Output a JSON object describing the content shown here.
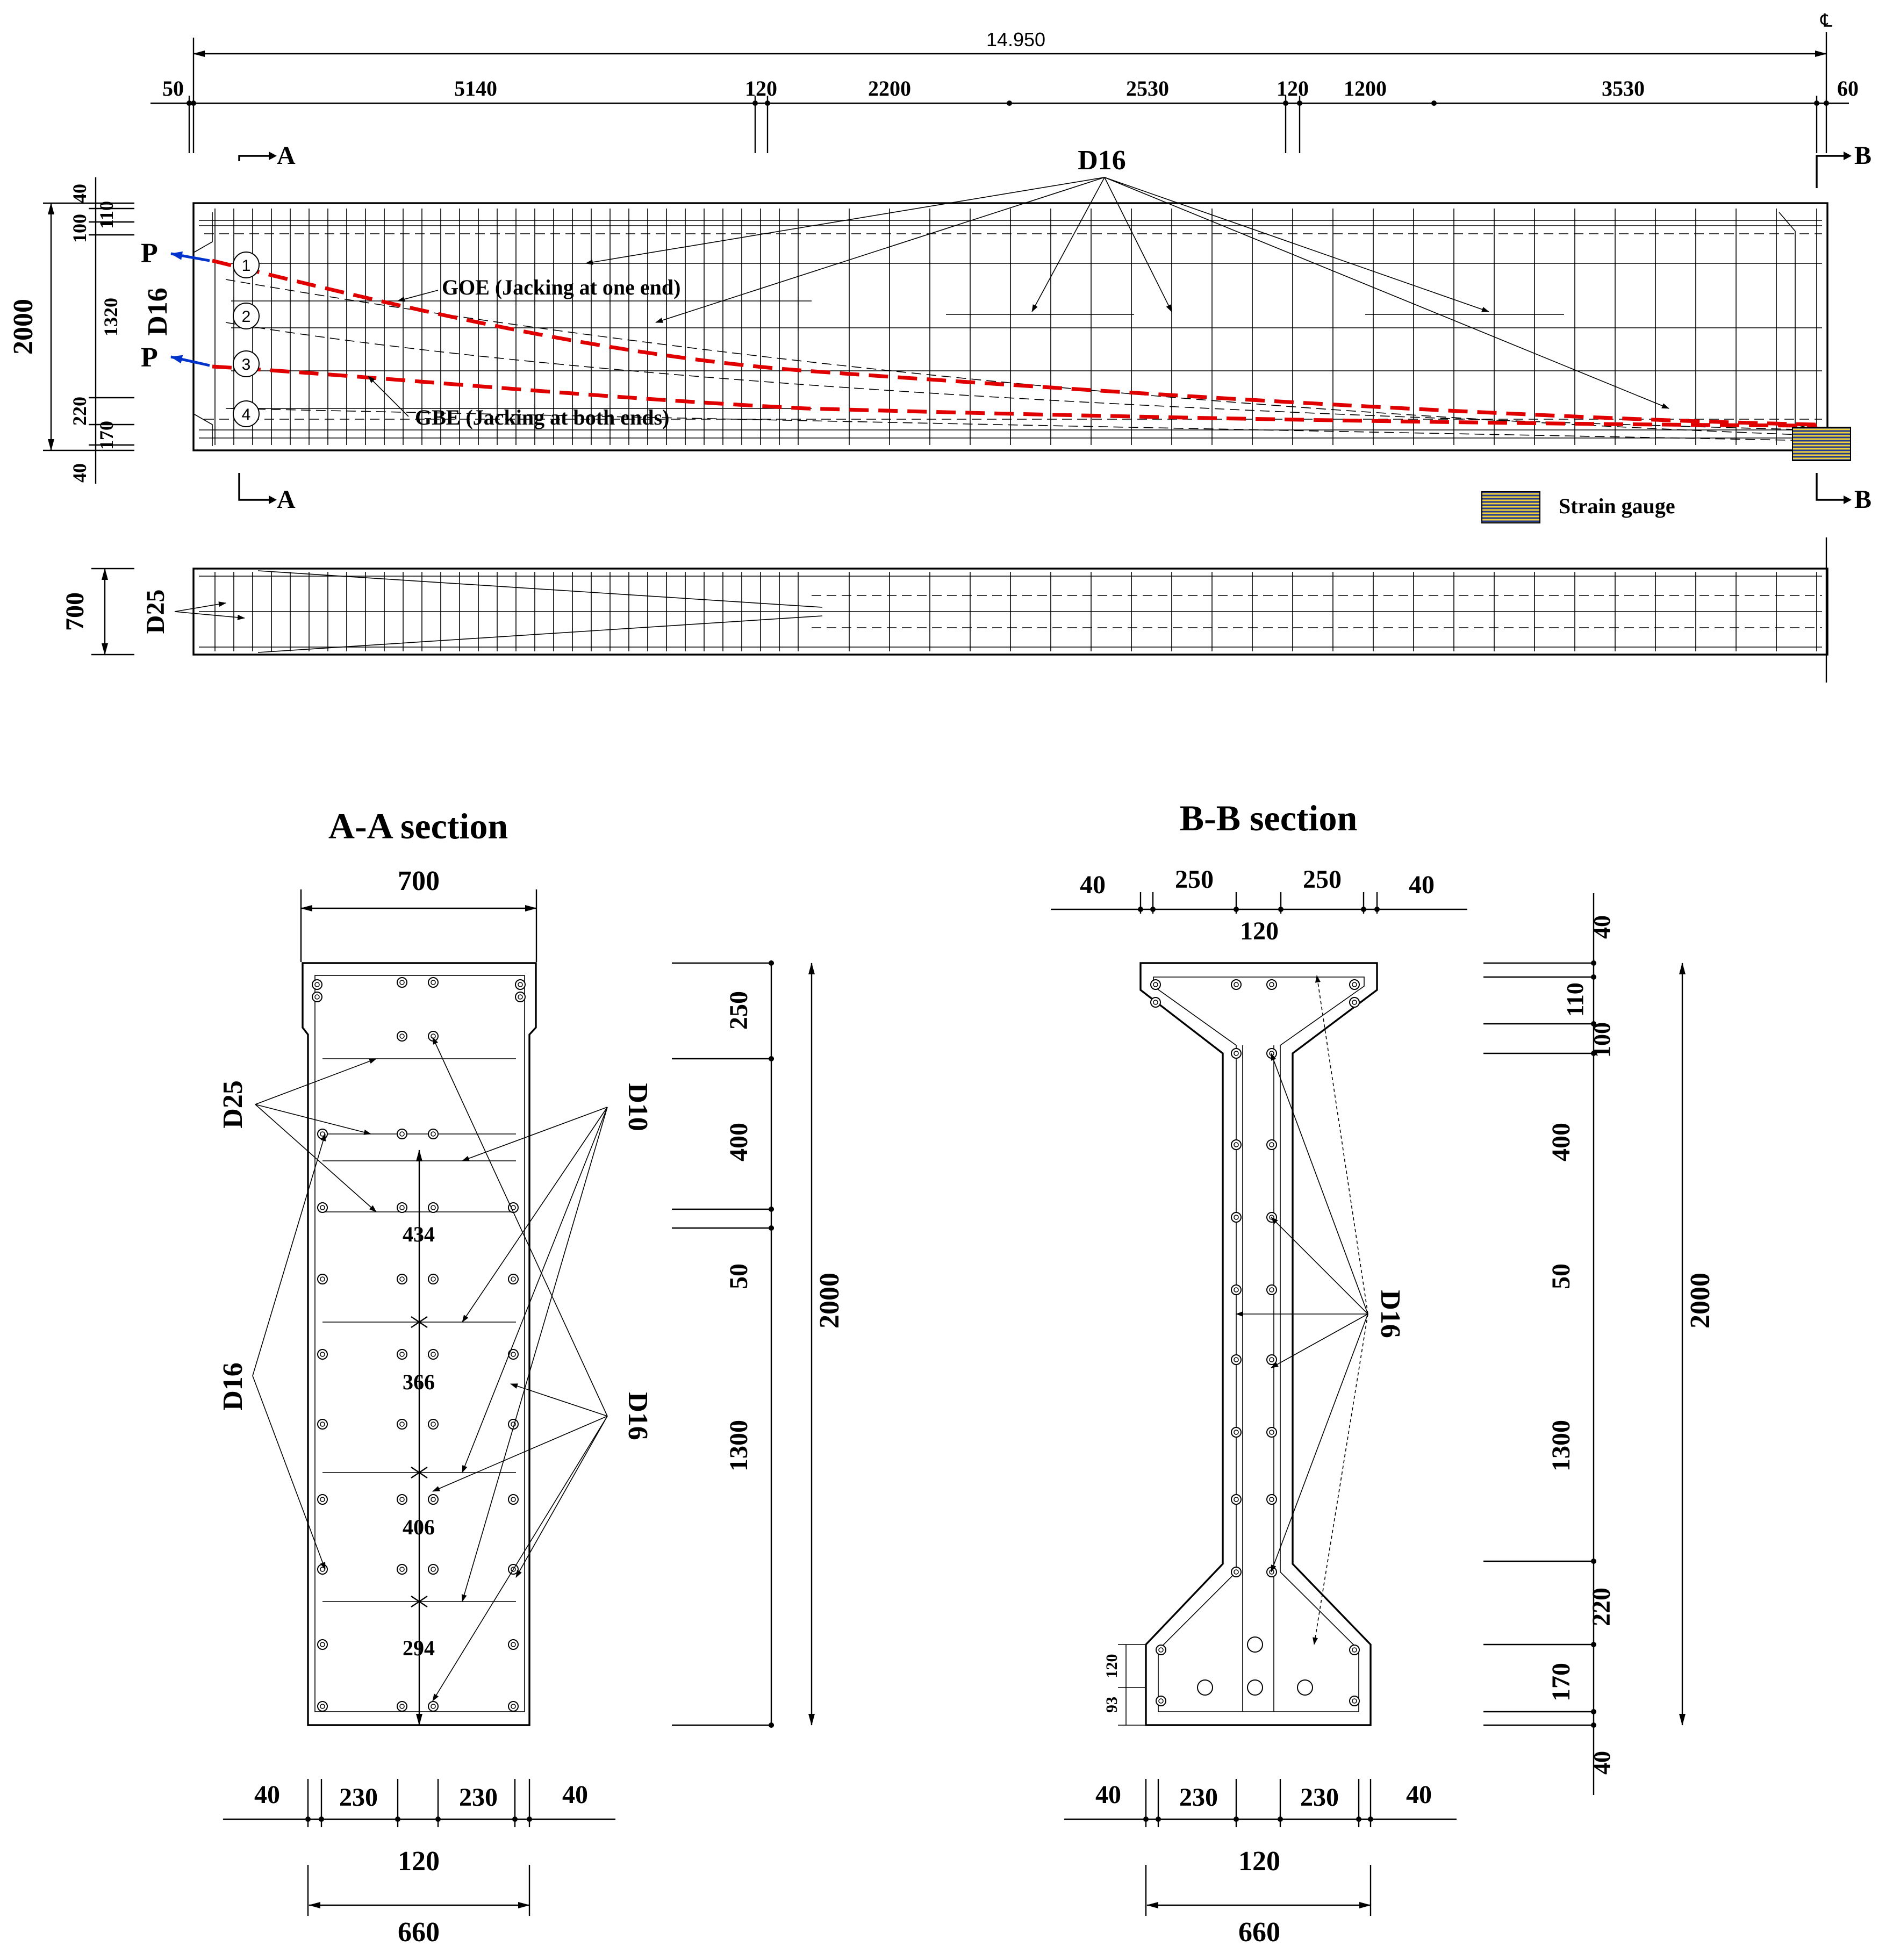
{
  "elevation": {
    "overall_length": "14.950",
    "centerline_mark": "℄",
    "top_dims": [
      "50",
      "5140",
      "120",
      "2200",
      "2530",
      "120",
      "1200",
      "3530",
      "60"
    ],
    "left_dims": [
      "40",
      "110",
      "100",
      "1320",
      "220",
      "170",
      "40"
    ],
    "height_dim": "2000",
    "section_marks": [
      "A",
      "A",
      "B",
      "B"
    ],
    "rebar_label_top": "D16",
    "rebar_label_left": "D16",
    "force_label": "P",
    "tendons": [
      "1",
      "2",
      "3",
      "4"
    ],
    "goe_label": "GOE (Jacking  at one end)",
    "gbe_label": "GBE (Jacking  at both ends)",
    "legend_strain_gauge": "Strain gauge"
  },
  "plan": {
    "width_dim": "700",
    "rebar_label": "D25"
  },
  "section_aa": {
    "title": "A-A section",
    "top_width": "700",
    "bottom_width": "660",
    "bottom_dims": [
      "40",
      "230",
      "230",
      "40"
    ],
    "web_dim": "120",
    "side_dims": [
      "250",
      "400",
      "50",
      "1300"
    ],
    "height_dim": "2000",
    "inner_dims": [
      "434",
      "366",
      "406",
      "294"
    ],
    "labels": [
      "D25",
      "D16",
      "D10",
      "D16"
    ]
  },
  "section_bb": {
    "title": "B-B section",
    "top_dims": [
      "40",
      "250",
      "250",
      "40"
    ],
    "web_dim_top": "120",
    "bottom_dims": [
      "40",
      "230",
      "230",
      "40"
    ],
    "web_dim_bottom": "120",
    "bottom_width": "660",
    "side_dims": [
      "40",
      "110",
      "100",
      "400",
      "50",
      "1300",
      "220",
      "170",
      "40"
    ],
    "height_dim": "2000",
    "small_dims": [
      "120",
      "93"
    ],
    "label": "D16"
  }
}
